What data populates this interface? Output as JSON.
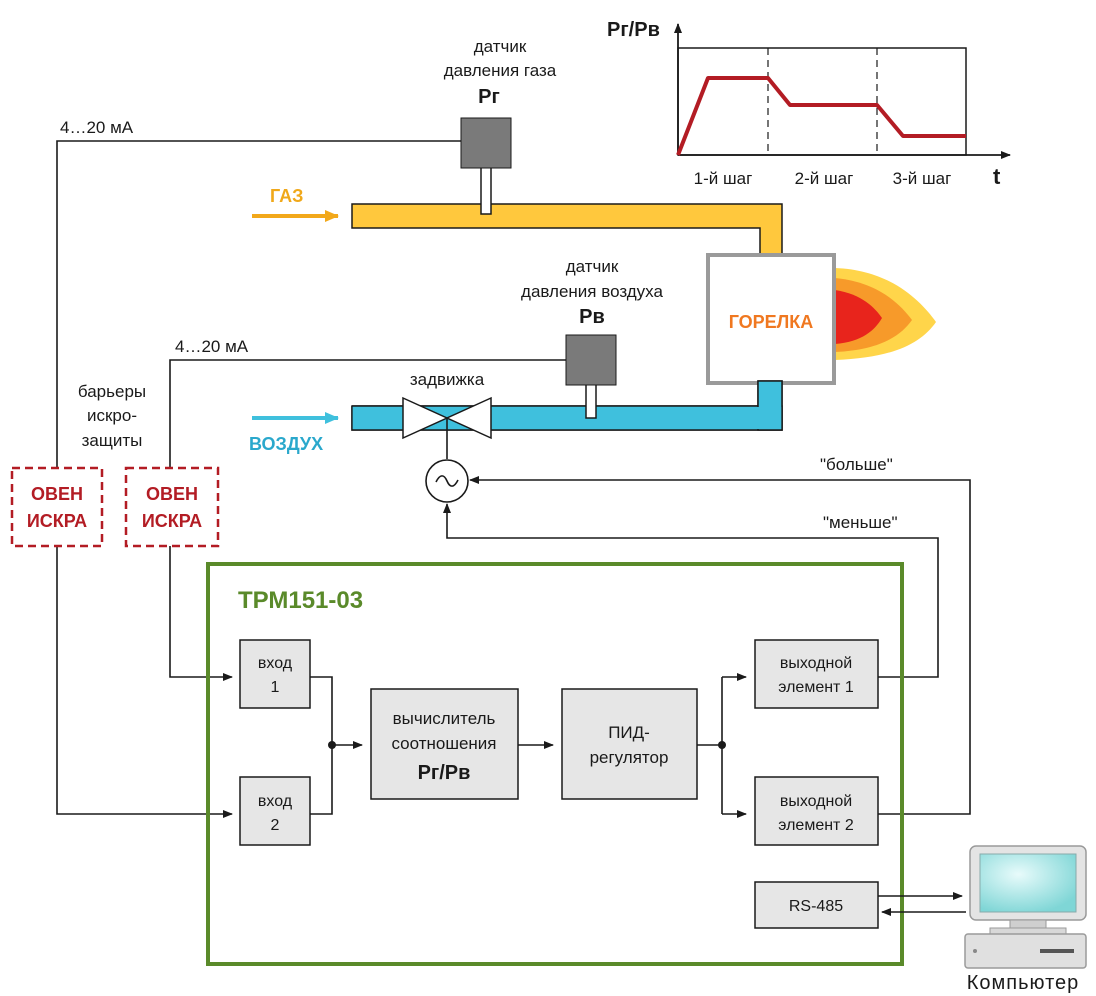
{
  "graph": {
    "ylabel": "Рг/Рв",
    "xlabel": "t",
    "steps": [
      "1-й шаг",
      "2-й шаг",
      "3-й шаг"
    ]
  },
  "sensors": {
    "gas_line1": "датчик",
    "gas_line2": "давления газа",
    "gas_symbol": "Рг",
    "air_line1": "датчик",
    "air_line2": "давления воздуха",
    "air_symbol": "Рв"
  },
  "signals": {
    "current_gas": "4…20 мА",
    "current_air": "4…20 мА",
    "more": "\"больше\"",
    "less": "\"меньше\""
  },
  "flows": {
    "gas": "ГАЗ",
    "air": "ВОЗДУХ",
    "burner": "ГОРЕЛКА",
    "valve": "задвижка"
  },
  "barriers": {
    "caption_line1": "барьеры",
    "caption_line2": "искро-",
    "caption_line3": "защиты",
    "unit1_line1": "ОВЕН",
    "unit1_line2": "ИСКРА",
    "unit2_line1": "ОВЕН",
    "unit2_line2": "ИСКРА"
  },
  "controller": {
    "title": "ТРМ151-03",
    "input1_line1": "вход",
    "input1_line2": "1",
    "input2_line1": "вход",
    "input2_line2": "2",
    "calc_line1": "вычислитель",
    "calc_line2": "соотношения",
    "calc_line3": "Рг/Рв",
    "pid_line1": "ПИД-",
    "pid_line2": "регулятор",
    "out1_line1": "выходной",
    "out1_line2": "элемент 1",
    "out2_line1": "выходной",
    "out2_line2": "элемент 2",
    "rs485": "RS-485"
  },
  "computer": {
    "label": "Компьютер"
  },
  "colors": {
    "gas_pipe": "#ffc83d",
    "air_pipe": "#3fc0dd",
    "gas_text": "#f0a81a",
    "air_text": "#2aa8cc",
    "burner_text": "#f07820",
    "controller_border": "#5a8a2a",
    "controller_title": "#5a8a2a",
    "barrier": "#b31c24",
    "graph_line": "#b31c24"
  }
}
